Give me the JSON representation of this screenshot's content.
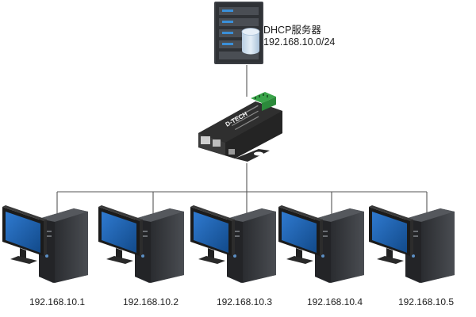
{
  "server": {
    "title": "DHCP服务器",
    "subnet": "192.168.10.0/24",
    "icon": "server-tower-with-database-icon"
  },
  "device": {
    "brand": "D-TECH",
    "icon": "serial-ethernet-converter-icon"
  },
  "computers": [
    {
      "ip": "192.168.10.1",
      "icon": "desktop-computer-icon"
    },
    {
      "ip": "192.168.10.2",
      "icon": "desktop-computer-icon"
    },
    {
      "ip": "192.168.10.3",
      "icon": "desktop-computer-icon"
    },
    {
      "ip": "192.168.10.4",
      "icon": "desktop-computer-icon"
    },
    {
      "ip": "192.168.10.5",
      "icon": "desktop-computer-icon"
    }
  ],
  "colors": {
    "line": "#555555",
    "monitor_screen": "#1e5fa8",
    "device_body": "#2b2b2b",
    "terminal_green": "#3aa54a",
    "server_body": "#3c3f44",
    "server_led": "#3a8fd8",
    "database": "#cfe0ef"
  }
}
